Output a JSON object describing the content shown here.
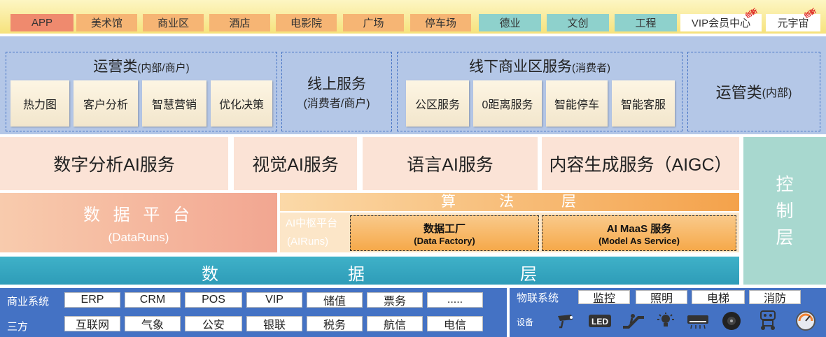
{
  "apps": [
    {
      "label": "APP",
      "bg": "#ef8a6e"
    },
    {
      "label": "美术馆",
      "bg": "#f6b574"
    },
    {
      "label": "商业区",
      "bg": "#f6b574"
    },
    {
      "label": "酒店",
      "bg": "#f6b574"
    },
    {
      "label": "电影院",
      "bg": "#f6b574"
    },
    {
      "label": "广场",
      "bg": "#f6b574"
    },
    {
      "label": "停车场",
      "bg": "#f6b574"
    },
    {
      "label": "德业",
      "bg": "#8ed1cc"
    },
    {
      "label": "文创",
      "bg": "#8ed1cc"
    },
    {
      "label": "工程",
      "bg": "#8ed1cc"
    },
    {
      "label": "VIP会员中心",
      "bg": "#ffffff",
      "badge": "创新"
    },
    {
      "label": "元宇宙",
      "bg": "#ffffff",
      "badge": "创新"
    }
  ],
  "ops": {
    "title": "运营类",
    "sub": "(内部/商户)",
    "items": [
      "热力图",
      "客户分析",
      "智慧营销",
      "优化决策"
    ]
  },
  "online": {
    "title": "线上服务",
    "sub": "(消费者/商户)"
  },
  "offline": {
    "title": "线下商业区服务",
    "sub": "(消费者)",
    "items": [
      "公区服务",
      "0距离服务",
      "智能停车",
      "智能客服"
    ]
  },
  "mgmt": {
    "title": "运管类",
    "sub": "(内部)"
  },
  "services": [
    "数字分析AI服务",
    "视觉AI服务",
    "语言AI服务",
    "内容生成服务（AIGC）"
  ],
  "control": [
    "控",
    "制",
    "层"
  ],
  "data_platform": {
    "title": "数 据 平 台",
    "sub": "(DataRuns)"
  },
  "algo_layer": [
    "算",
    "法",
    "层"
  ],
  "ai_platform": {
    "title": "AI中枢平台",
    "sub": "(AIRuns)"
  },
  "data_factory": {
    "title": "数据工厂",
    "sub": "(Data Factory)"
  },
  "maas": {
    "title": "AI MaaS 服务",
    "sub": "(Model As Service)"
  },
  "data_layer": [
    "数",
    "据",
    "层"
  ],
  "business": {
    "label": "商业系统",
    "items": [
      "ERP",
      "CRM",
      "POS",
      "VIP",
      "储值",
      "票务",
      "....."
    ]
  },
  "third": {
    "label": "三方",
    "items": [
      "互联网",
      "气象",
      "公安",
      "银联",
      "税务",
      "航信",
      "电信"
    ]
  },
  "iot": {
    "label": "物联系统",
    "items": [
      "监控",
      "照明",
      "电梯",
      "消防"
    ]
  },
  "devices": {
    "label": "设备",
    "icons": [
      "camera-icon",
      "led-icon",
      "escalator-icon",
      "light-bulb-icon",
      "air-conditioner-icon",
      "robot-vacuum-icon",
      "robot-icon",
      "gauge-icon"
    ]
  }
}
